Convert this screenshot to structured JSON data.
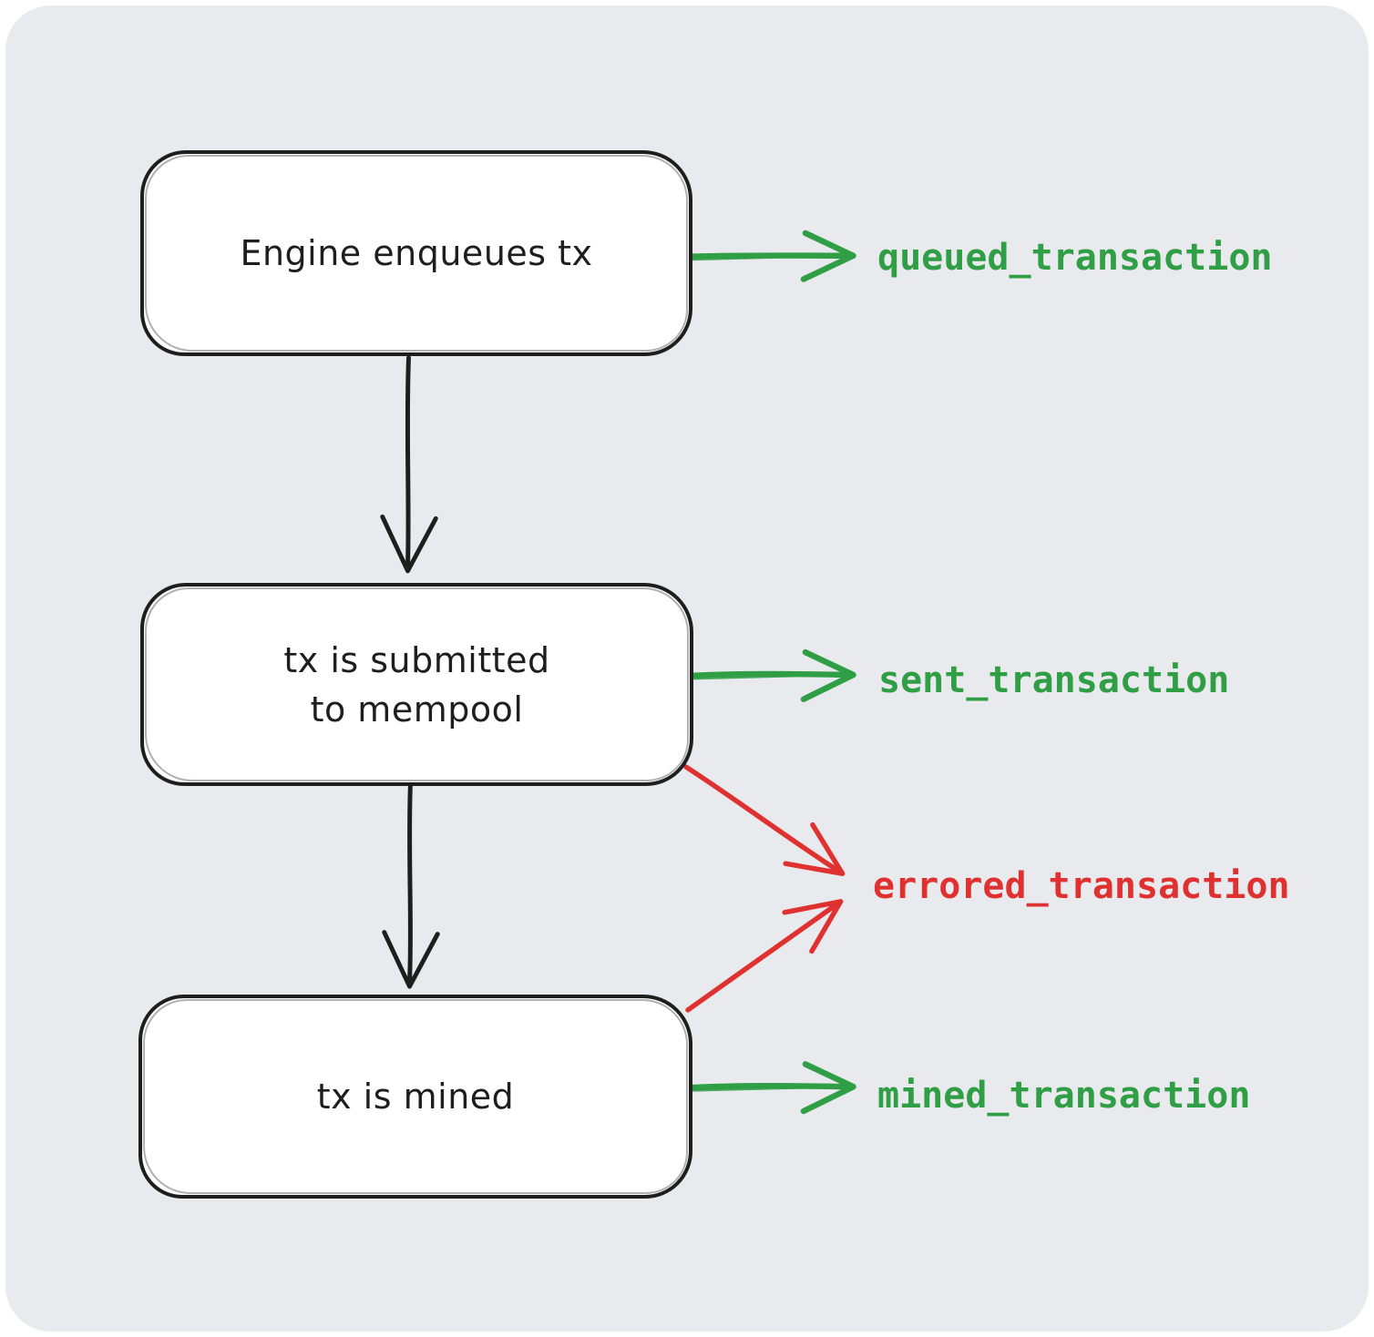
{
  "canvas": {
    "background": "#e9eaee"
  },
  "colors": {
    "stroke_black": "#1e1e1e",
    "green": "#2f9e44",
    "red": "#e03131",
    "node_fill": "#ffffff"
  },
  "nodes": [
    {
      "id": "engine-enqueues-tx",
      "lines": [
        "Engine enqueues tx"
      ]
    },
    {
      "id": "tx-submitted-mempool",
      "lines": [
        "tx is submitted",
        "to mempool"
      ]
    },
    {
      "id": "tx-is-mined",
      "lines": [
        "tx is mined"
      ]
    }
  ],
  "event_labels": [
    {
      "id": "queued",
      "text": "queued_transaction",
      "color": "#2f9e44"
    },
    {
      "id": "sent",
      "text": "sent_transaction",
      "color": "#2f9e44"
    },
    {
      "id": "errored",
      "text": "errored_transaction",
      "color": "#e03131"
    },
    {
      "id": "mined",
      "text": "mined_transaction",
      "color": "#2f9e44"
    }
  ],
  "edges": [
    {
      "from": "engine-enqueues-tx",
      "to": "tx-submitted-mempool",
      "color": "#1e1e1e"
    },
    {
      "from": "tx-submitted-mempool",
      "to": "tx-is-mined",
      "color": "#1e1e1e"
    },
    {
      "from": "engine-enqueues-tx",
      "to": "queued_transaction",
      "color": "#2f9e44"
    },
    {
      "from": "tx-submitted-mempool",
      "to": "sent_transaction",
      "color": "#2f9e44"
    },
    {
      "from": "tx-submitted-mempool",
      "to": "errored_transaction",
      "color": "#e03131"
    },
    {
      "from": "tx-is-mined",
      "to": "errored_transaction",
      "color": "#e03131"
    },
    {
      "from": "tx-is-mined",
      "to": "mined_transaction",
      "color": "#2f9e44"
    }
  ]
}
